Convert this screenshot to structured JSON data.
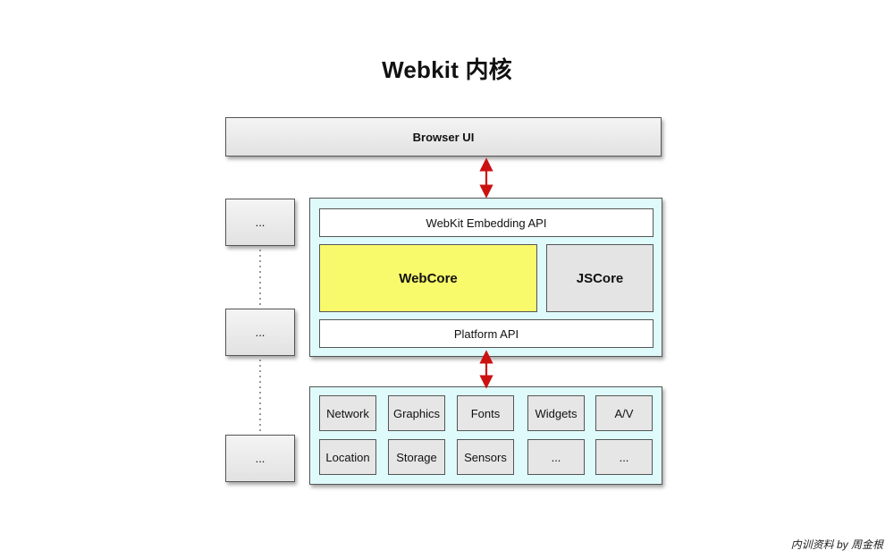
{
  "title": "Webkit 内核",
  "browser_ui": "Browser UI",
  "embedding_api": "WebKit Embedding API",
  "webcore": "WebCore",
  "jscore": "JSCore",
  "platform_api": "Platform API",
  "side_boxes": [
    "...",
    "...",
    "..."
  ],
  "modules_row1": [
    "Network",
    "Graphics",
    "Fonts",
    "Widgets",
    "A/V"
  ],
  "modules_row2": [
    "Location",
    "Storage",
    "Sensors",
    "...",
    "..."
  ],
  "footer": "内训资料 by 周金根",
  "colors": {
    "webcore_fill": "#f9f96c",
    "container_fill": "#dffafa",
    "arrow": "#cc1111"
  }
}
